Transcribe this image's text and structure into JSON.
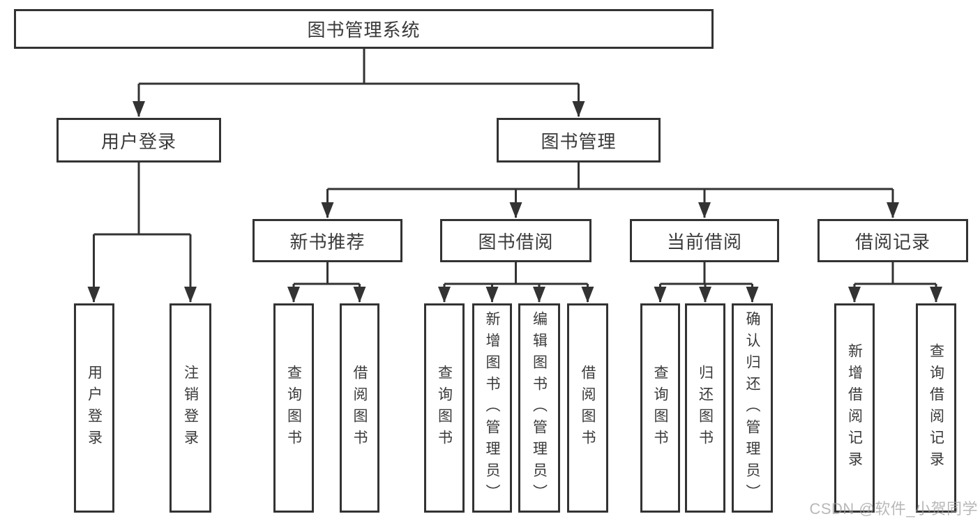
{
  "diagram": {
    "root": {
      "label": "图书管理系统"
    },
    "branches": [
      {
        "label": "用户登录",
        "children": [
          {
            "label": "用户登录"
          },
          {
            "label": "注销登录"
          }
        ]
      },
      {
        "label": "图书管理",
        "children": [
          {
            "label": "新书推荐",
            "children": [
              {
                "label": "查询图书"
              },
              {
                "label": "借阅图书"
              }
            ]
          },
          {
            "label": "图书借阅",
            "children": [
              {
                "label": "查询图书"
              },
              {
                "label": "新增图书（管理员）"
              },
              {
                "label": "编辑图书（管理员）"
              },
              {
                "label": "借阅图书"
              }
            ]
          },
          {
            "label": "当前借阅",
            "children": [
              {
                "label": "查询图书"
              },
              {
                "label": "归还图书"
              },
              {
                "label": "确认归还（管理员）"
              }
            ]
          },
          {
            "label": "借阅记录",
            "children": [
              {
                "label": "新增借阅记录"
              },
              {
                "label": "查询借阅记录"
              }
            ]
          }
        ]
      }
    ]
  },
  "watermark": {
    "text": "CSDN @软件_小贺同学"
  },
  "colors": {
    "line": "#333333",
    "box_border": "#333333",
    "text": "#3a3a3a",
    "watermark": "#9e9e9e",
    "background": "#ffffff"
  }
}
